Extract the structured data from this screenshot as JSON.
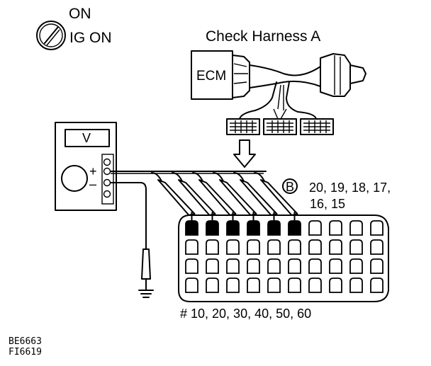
{
  "switch": {
    "icon": "ignition-key-icon",
    "on_label": "ON",
    "ig_on_label": "IG ON"
  },
  "harness": {
    "title": "Check Harness A",
    "ecm_label": "ECM"
  },
  "meter": {
    "icon": "voltmeter-icon",
    "display_label": "V",
    "plus_label": "+",
    "minus_label": "–"
  },
  "connector": {
    "label_letter": "B",
    "pins_line1": "20, 19, 18, 17,",
    "pins_line2": "16, 15",
    "bottom_label": "# 10, 20, 30, 40, 50, 60",
    "columns": 10,
    "rows": 4,
    "filled_pins_top_row": 6
  },
  "codes": {
    "line1": "BE6663",
    "line2": "FI6619"
  }
}
